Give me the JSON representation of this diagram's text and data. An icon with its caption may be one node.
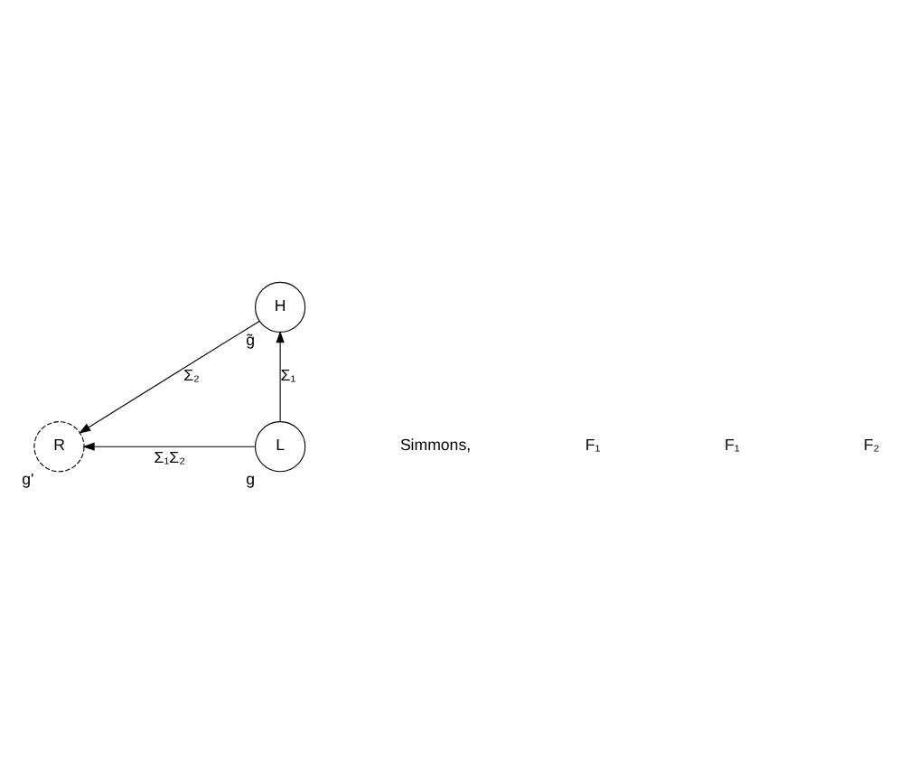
{
  "diagram": {
    "nodes": [
      {
        "text": [
          "H"
        ],
        "beside": [
          "g̃"
        ]
      },
      {
        "text": [
          "L"
        ],
        "beside": [
          "g"
        ]
      },
      {
        "text": [
          "R"
        ],
        "beside": [
          "g'"
        ]
      }
    ],
    "edges": [
      {
        "from": 1,
        "to": 0,
        "arrow": "to",
        "label": "Σ₁"
      },
      {
        "from": 0,
        "to": 2,
        "arrow": "to",
        "label": "Σ₂"
      },
      {
        "from": 1,
        "to": 2,
        "arrow": "to",
        "label": "Σ₁Σ₂"
      }
    ],
    "labels": [
      "Simmons,",
      "F₁",
      "F₁",
      "F₂"
    ]
  }
}
